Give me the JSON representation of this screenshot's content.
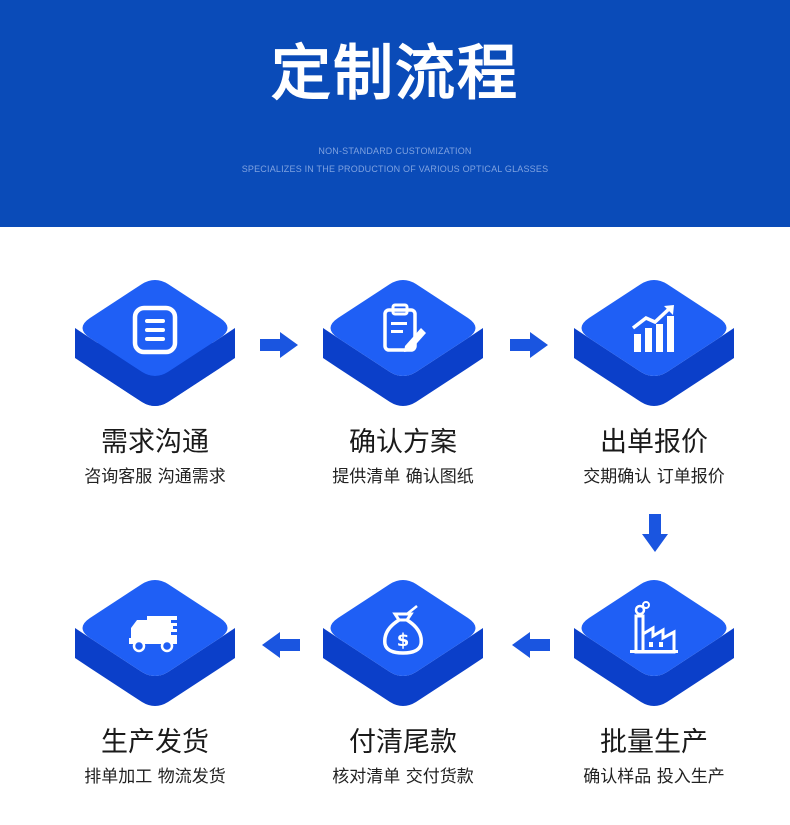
{
  "banner": {
    "title": "定制流程",
    "subtitle_line1": "NON-STANDARD CUSTOMIZATION",
    "subtitle_line2": "SPECIALIZES IN THE PRODUCTION OF VARIOUS OPTICAL GLASSES",
    "background_color": "#0a4bb8"
  },
  "colors": {
    "tile_top": "#1f5ff5",
    "tile_side": "#0b3fc9",
    "arrow": "#1a55e0"
  },
  "steps": [
    {
      "title": "需求沟通",
      "desc": "咨询客服 沟通需求",
      "icon": "list-document-icon"
    },
    {
      "title": "确认方案",
      "desc": "提供清单 确认图纸",
      "icon": "clipboard-pen-icon"
    },
    {
      "title": "出单报价",
      "desc": "交期确认 订单报价",
      "icon": "bar-chart-growth-icon"
    },
    {
      "title": "批量生产",
      "desc": "确认样品 投入生产",
      "icon": "factory-icon"
    },
    {
      "title": "付清尾款",
      "desc": "核对清单 交付货款",
      "icon": "money-bag-icon"
    },
    {
      "title": "生产发货",
      "desc": "排单加工 物流发货",
      "icon": "delivery-truck-icon"
    }
  ]
}
